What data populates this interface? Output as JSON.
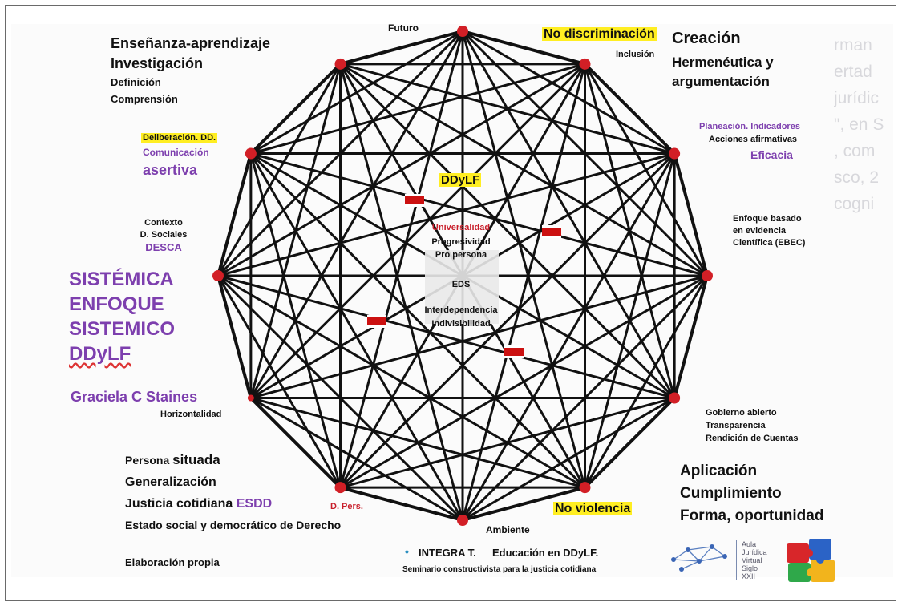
{
  "ghost_text": [
    "rman",
    "ertad",
    "jurídic",
    "\", en S",
    ", com",
    "sco, 2",
    "",
    "cogni"
  ],
  "nodes": {
    "top": "Futuro",
    "top_right_label": "Inclusión",
    "right_upper": [
      "Planeación. Indicadores",
      "Acciones afirmativas",
      "Eficacia"
    ],
    "right": [
      "Enfoque basado",
      "en evidencia",
      "Científica (EBEC)"
    ],
    "right_lower": [
      "Gobierno abierto",
      "Transparencia",
      "Rendición de Cuentas"
    ],
    "bottom": "Ambiente",
    "bottom_left": "D. Pers.",
    "left_lower": "Horizontalidad",
    "left": [
      "Contexto",
      "D. Sociales",
      "DESCA"
    ]
  },
  "top_left": [
    "Enseñanza-aprendizaje",
    "Investigación",
    "Definición",
    "Comprensión"
  ],
  "upper_left": [
    "Deliberación. DD.",
    "Comunicación",
    "asertiva"
  ],
  "systemic": [
    "SISTÉMICA",
    "ENFOQUE",
    "SISTEMICO",
    "DDyLF"
  ],
  "author": "Graciela C Staines",
  "highlights": {
    "no_discrim": "No discriminación",
    "no_violence": "No violencia",
    "ddylf": "DDyLF"
  },
  "top_right": [
    "Creación",
    "Hermenéutica y",
    "argumentación"
  ],
  "bottom_right": [
    "Aplicación",
    "Cumplimiento",
    "Forma, oportunidad"
  ],
  "bottom_left_block": {
    "l1a": "Persona ",
    "l1b": "situada",
    "l2": "Generalización",
    "l3a": "Justicia cotidiana ",
    "l3b": "ESDD",
    "l4": "Estado social y democrático de Derecho",
    "l5": "Elaboración propia"
  },
  "center": {
    "universalidad": "Universalidad",
    "progresividad": "Progresividad",
    "pro_persona": "Pro persona",
    "eds": "EDS",
    "interdependencia": "Interdependencia",
    "indivisibilidad": "Indivisibilidad"
  },
  "footer": {
    "bullet": "•",
    "integra": "INTEGRA T.",
    "educacion": "Educación en DDyLF.",
    "seminario": "Seminario constructivista para la justicia cotidiana"
  },
  "aula": [
    "Aula",
    "Jurídica",
    "Virtual",
    "Siglo",
    "XXII"
  ],
  "colors": {
    "node": "#d21f26",
    "edge": "#111111",
    "purple": "#7d3fae",
    "highlight": "#ffee22"
  }
}
